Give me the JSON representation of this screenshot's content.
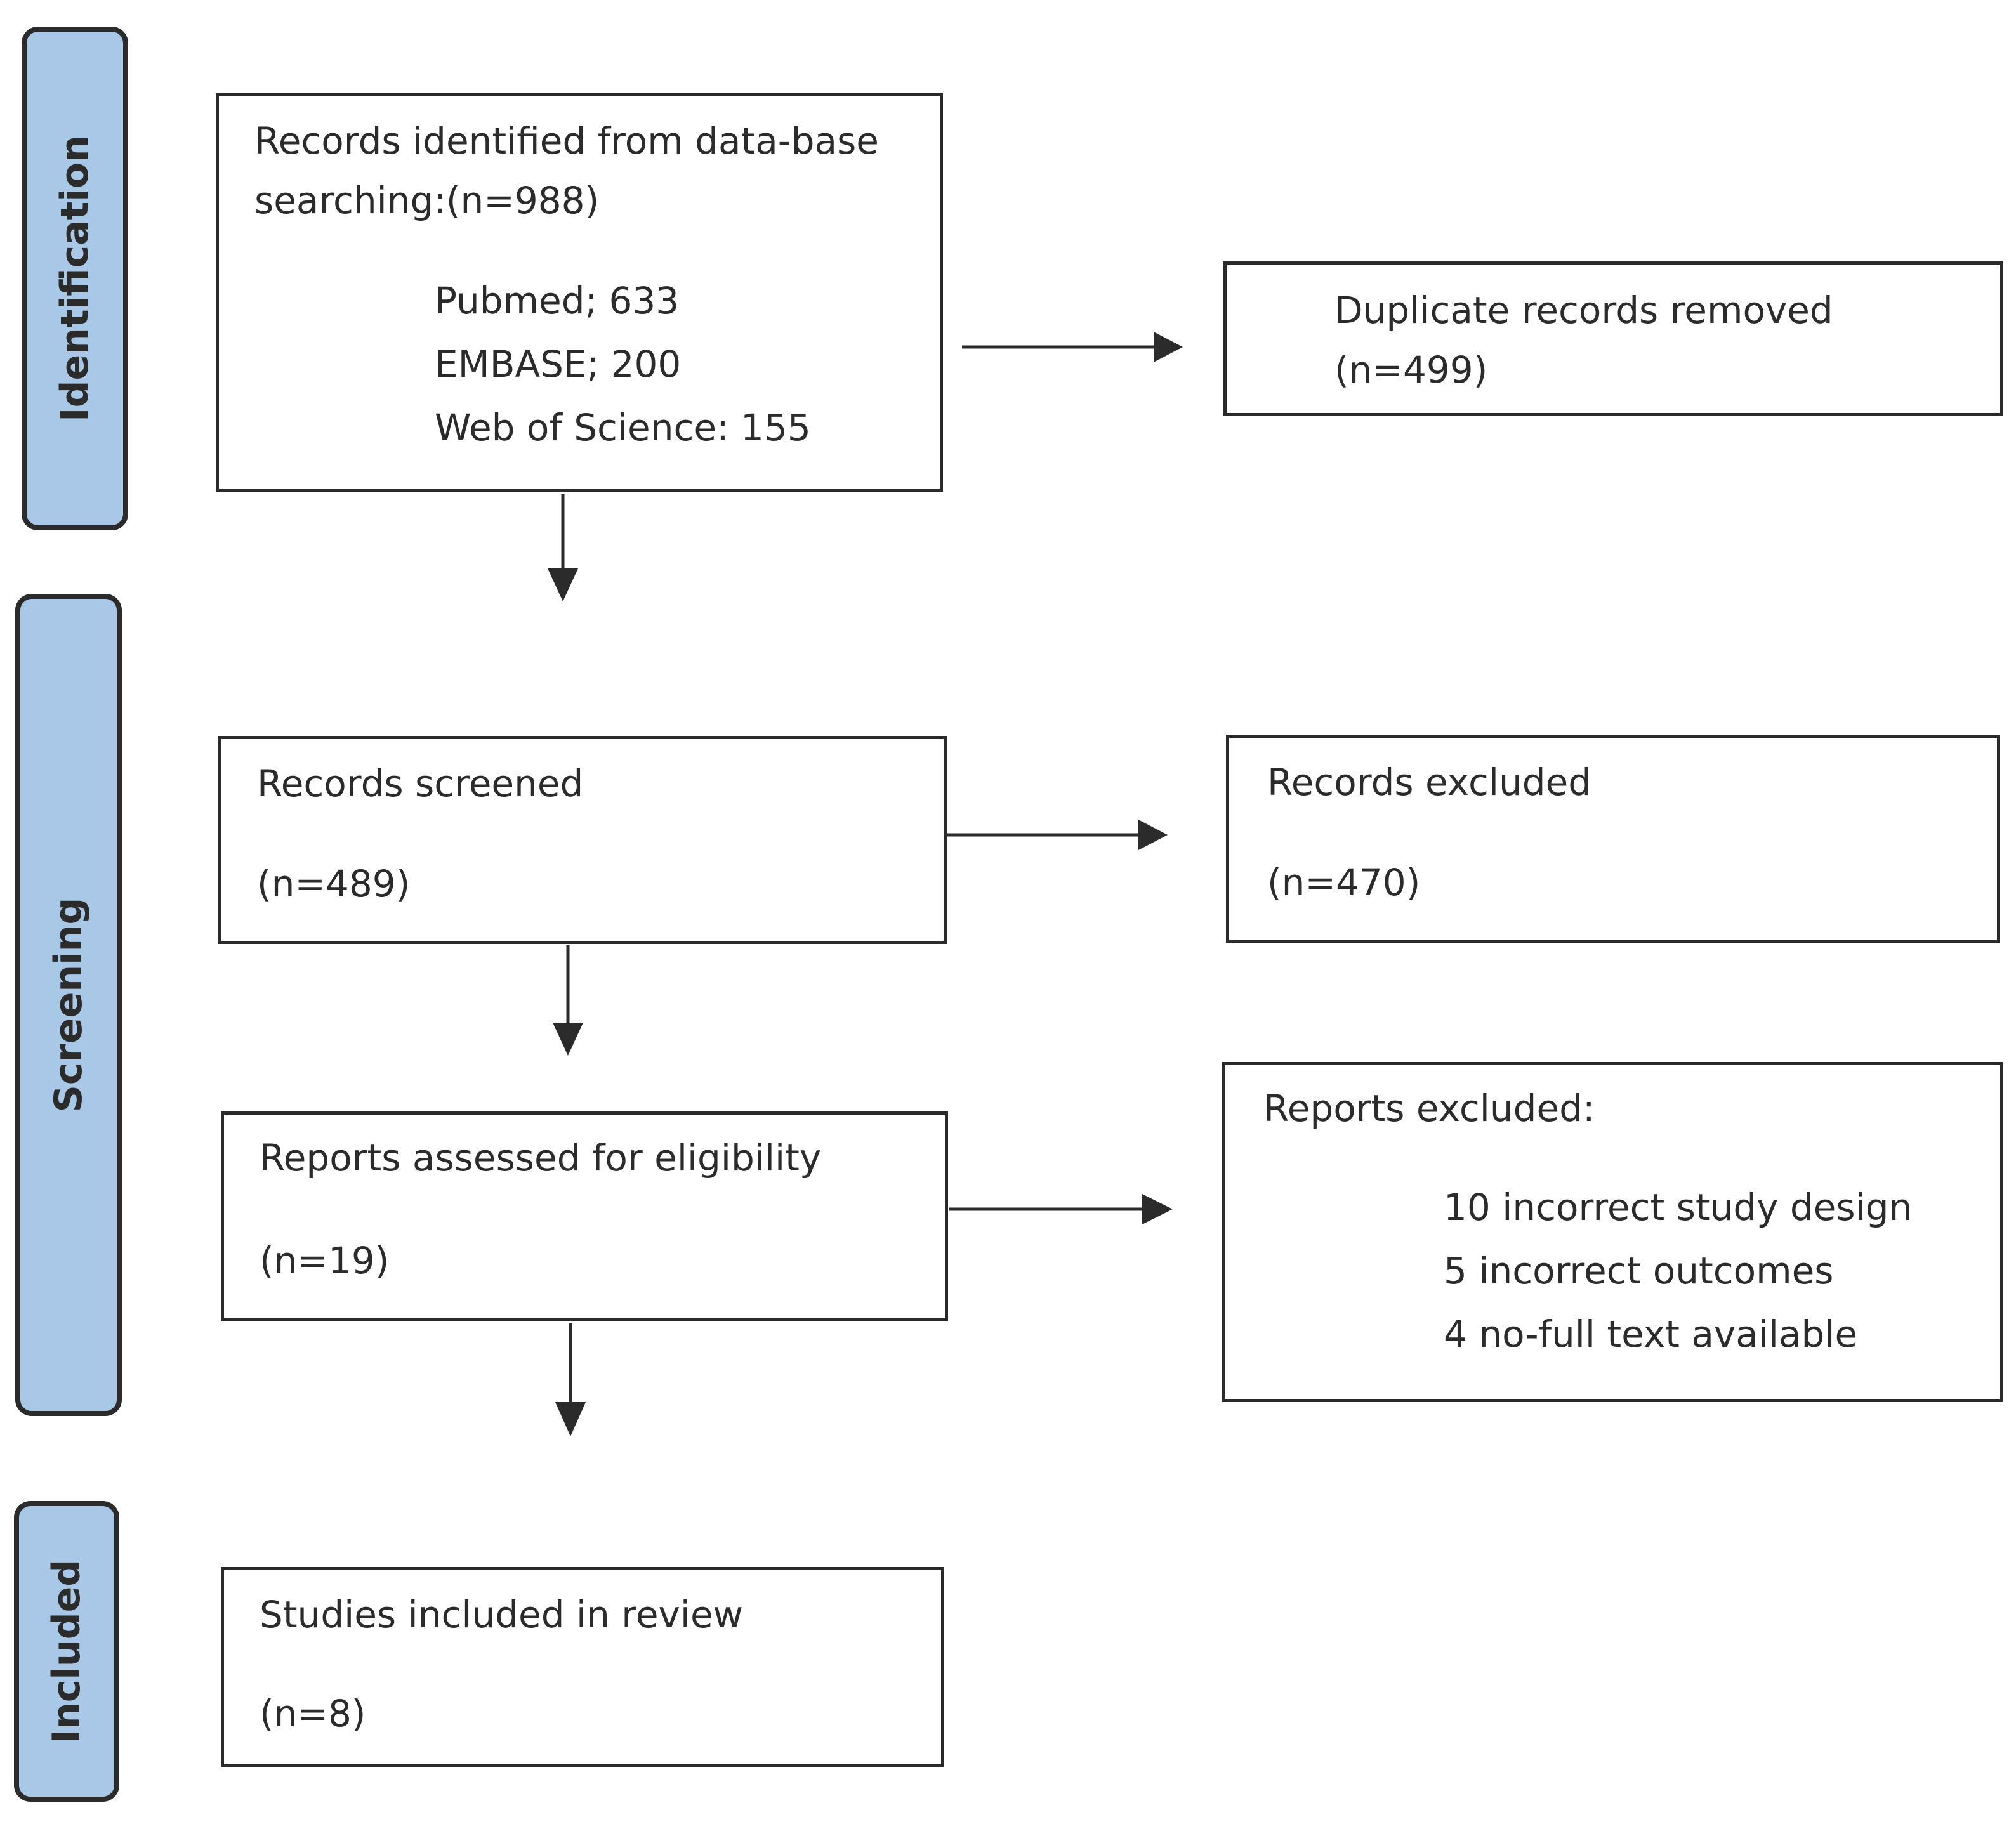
{
  "stages": {
    "identification": "Identification",
    "screening": "Screening",
    "included": "Included"
  },
  "identified": {
    "line1": "Records identified from data-base",
    "line2": "searching:(n=988)",
    "sources": [
      "Pubmed; 633",
      "EMBASE; 200",
      "Web of Science: 155"
    ]
  },
  "duplicates": {
    "label": "Duplicate records removed",
    "count": "(n=499)"
  },
  "screened": {
    "label": "Records screened",
    "count": "(n=489)"
  },
  "records_excluded": {
    "label": "Records excluded",
    "count": "(n=470)"
  },
  "assessed": {
    "label": "Reports assessed for eligibility",
    "count": "(n=19)"
  },
  "reports_excluded": {
    "label": "Reports excluded:",
    "reasons": [
      "10 incorrect study design",
      "5 incorrect outcomes",
      "4 no-full text available"
    ]
  },
  "included": {
    "label": "Studies included in review",
    "count": "(n=8)"
  }
}
